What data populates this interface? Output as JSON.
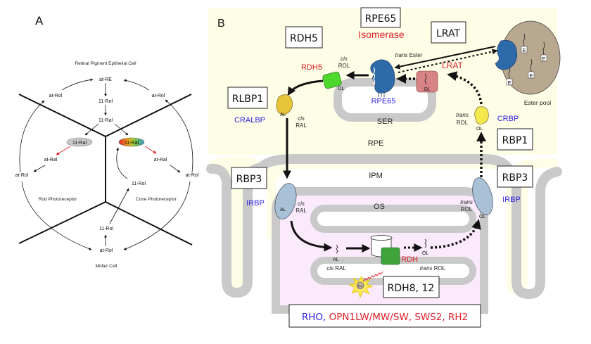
{
  "panel_a": {
    "label": "A",
    "regions": {
      "rpe": "Retinal Pigment Epithelial Cell",
      "rod": "Rod Photoreceptor",
      "cone": "Cone Photoreceptor",
      "muller": "Müller Cell"
    },
    "nodes": {
      "at_re": "at-RE",
      "rpe_11_rol": "11-Rol",
      "rpe_11_ral": "11-Ral",
      "rpe_at_rol_left": "at-Rol",
      "rpe_at_rol_right": "at-Rol",
      "rod_11_ral": "11-Ral",
      "rod_at_ral": "at-Ral",
      "rod_at_rol": "at-Rol",
      "cone_11_ral": "11-Ral",
      "cone_at_ral": "at-Ral",
      "cone_at_rol": "at-Rol",
      "cone_11_rol": "11-Rol",
      "muller_11_rol": "11-Rol",
      "muller_at_rol": "at-Rol"
    },
    "colors": {
      "rod_ellipse": "#c8c8c8",
      "cone_gradient": [
        "#e8202a",
        "#f0e020",
        "#7ac143",
        "#3a9ad9"
      ],
      "red_arrow": "#e0202a"
    }
  },
  "panel_b": {
    "label": "B",
    "compartments": {
      "ser": "SER",
      "rpe": "RPE",
      "ipm": "IPM",
      "os": "OS",
      "ester_pool": "Ester pool"
    },
    "gene_boxes": {
      "rpe65": "RPE65",
      "rdh5": "RDH5",
      "lrat": "LRAT",
      "rlbp1": "RLBP1",
      "rbp1": "RBP1",
      "rbp3_left": "RBP3",
      "rbp3_right": "RBP3",
      "rdh8_12": "RDH8, 12"
    },
    "opsin_box": {
      "rho": "RHO",
      "sep1": ", ",
      "cone_opsins": "OPN1LW/MW/SW, SWS2, RH2"
    },
    "protein_labels": {
      "isomerase": "Isomerase",
      "rdh5": "RDH5",
      "lrat": "LRAT",
      "rpe65": "RPE65",
      "cralbp": "CRALBP",
      "crbp": "CRBP",
      "irbp_left": "IRBP",
      "irbp_right": "IRBP",
      "rdh": "RDH"
    },
    "retinoid_labels": {
      "trans_ester_italic": "trans",
      "trans_ester": " Ester",
      "cis_rol_top_italic": "cis",
      "cis_rol_top": "ROL",
      "cis_ral_cralbp_italic": "cis",
      "cis_ral_cralbp": "RAL",
      "trans_rol_crbp_italic": "trans",
      "trans_rol_crbp": "ROL",
      "cis_ral_irbp_italic": "cis",
      "cis_ral_irbp": "RAL",
      "trans_rol_irbp_italic": "trans",
      "trans_rol_irbp": "ROL",
      "cis_ral_os_italic": "cis",
      "cis_ral_os": " RAL",
      "trans_rol_os_italic": "trans",
      "trans_rol_os": " ROL",
      "ol": "OL",
      "al": "AL",
      "e": "E",
      "hv": "hν"
    },
    "colors": {
      "background": "#fefde6",
      "membrane": "#c9c9c9",
      "os_pink": "#fbeafb",
      "red": "#e0202a",
      "blue": "#2a1ee0",
      "rpe65_protein": "#2f6aa8",
      "rdh5_protein": "#4fd82c",
      "lrat_protein": "#d88486",
      "cralbp_protein": "#e7c43a",
      "crbp_protein": "#f3e84e",
      "irbp_protein": "#a8c1d6",
      "ester_pool": "#b8a890",
      "rdh_protein": "#3ea33a"
    }
  }
}
